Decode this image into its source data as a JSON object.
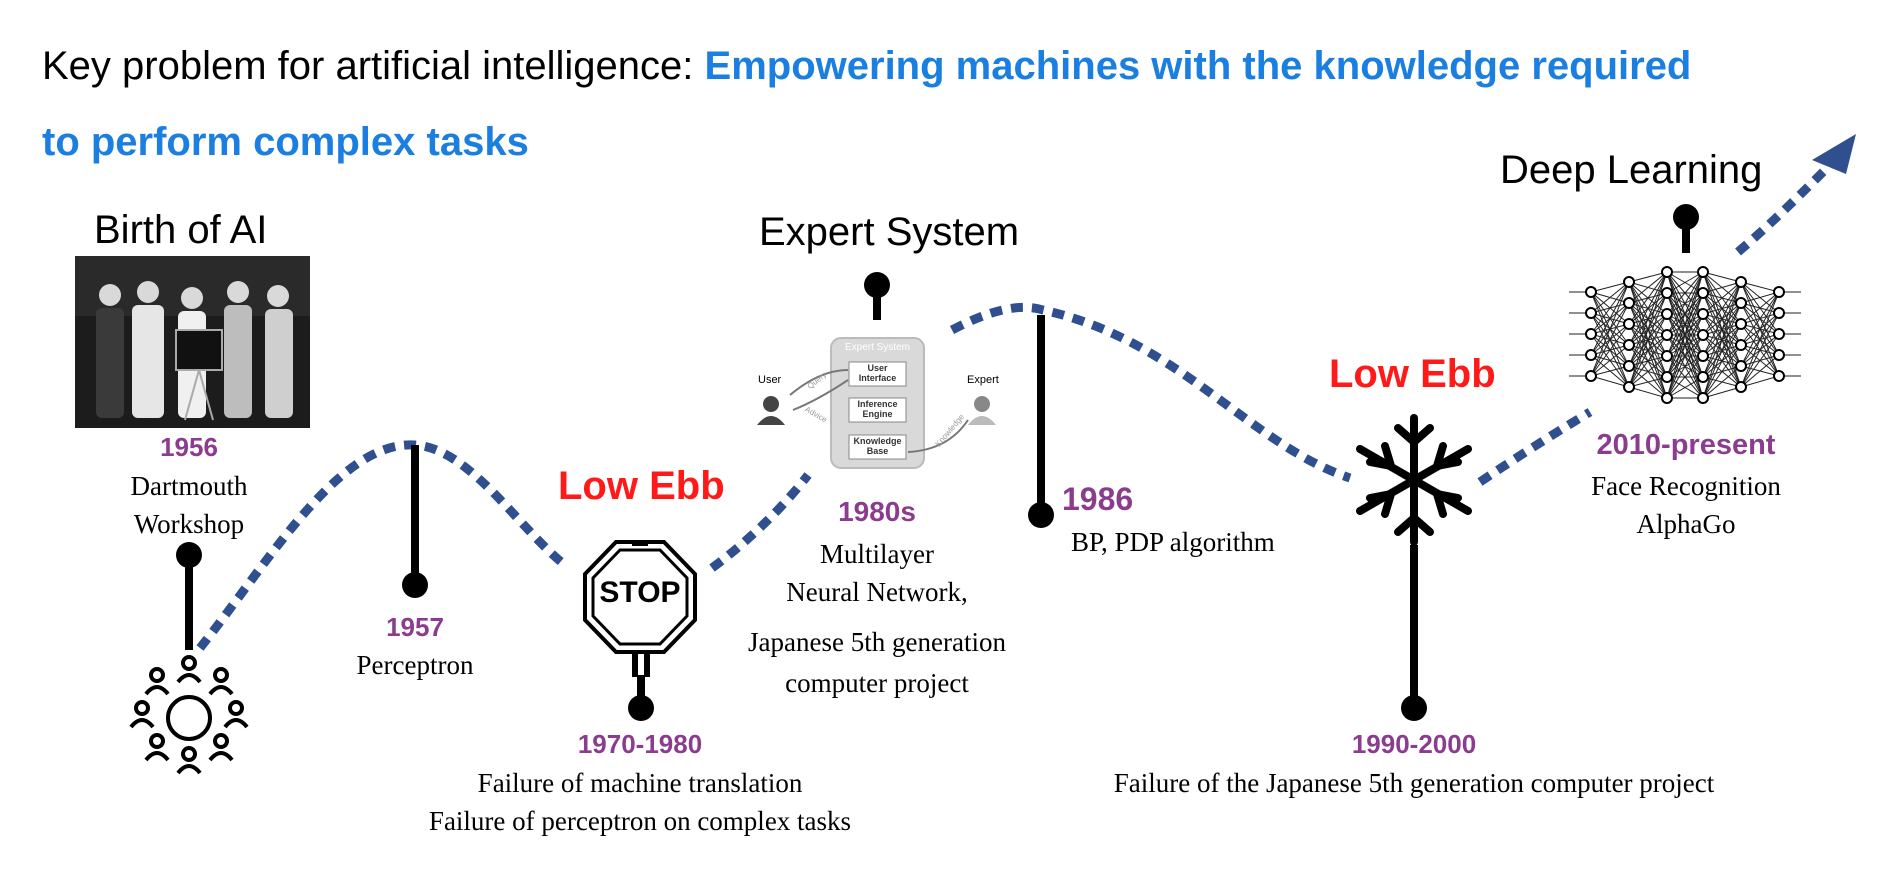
{
  "title": {
    "prefix": "Key problem for artificial intelligence: ",
    "highlight_line1": "Empowering machines with the knowledge required",
    "highlight_line2": "to perform complex tasks"
  },
  "eras": {
    "birth": "Birth of AI",
    "expert": "Expert System",
    "deep": "Deep Learning"
  },
  "low_ebb_label": "Low Ebb",
  "events": {
    "e1956": {
      "year": "1956",
      "line1": "Dartmouth",
      "line2": "Workshop"
    },
    "e1957": {
      "year": "1957",
      "line1": "Perceptron"
    },
    "e1970": {
      "year": "1970-1980",
      "line1": "Failure of machine translation",
      "line2": "Failure of perceptron on complex tasks"
    },
    "e1980": {
      "year": "1980s",
      "line1": "Multilayer",
      "line2": "Neural Network,",
      "line3": "Japanese 5th generation",
      "line4": "computer project"
    },
    "e1986": {
      "year": "1986",
      "line1": "BP, PDP algorithm"
    },
    "e1990": {
      "year": "1990-2000",
      "line1": "Failure of the Japanese 5th generation computer project"
    },
    "e2010": {
      "year": "2010-present",
      "line1": "Face Recognition",
      "line2": "AlphaGo"
    }
  },
  "expert_diagram": {
    "title": "Expert System",
    "box1": "User Interface",
    "box2": "Inference Engine",
    "box3": "Knowledge Base",
    "user": "User",
    "expert": "Expert",
    "query": "Query",
    "advice": "Advice",
    "knowledge": "Knowledge"
  },
  "stop_sign_text": "STOP",
  "colors": {
    "curve": "#2f4f8f",
    "year": "#8b3c8f",
    "highlight": "#1a7fe0",
    "low_ebb": "#ff1a1a"
  },
  "icons": [
    "people-circle-icon",
    "stop-sign-icon",
    "snowflake-icon",
    "neural-network-icon",
    "expert-system-diagram",
    "dartmouth-photo"
  ]
}
